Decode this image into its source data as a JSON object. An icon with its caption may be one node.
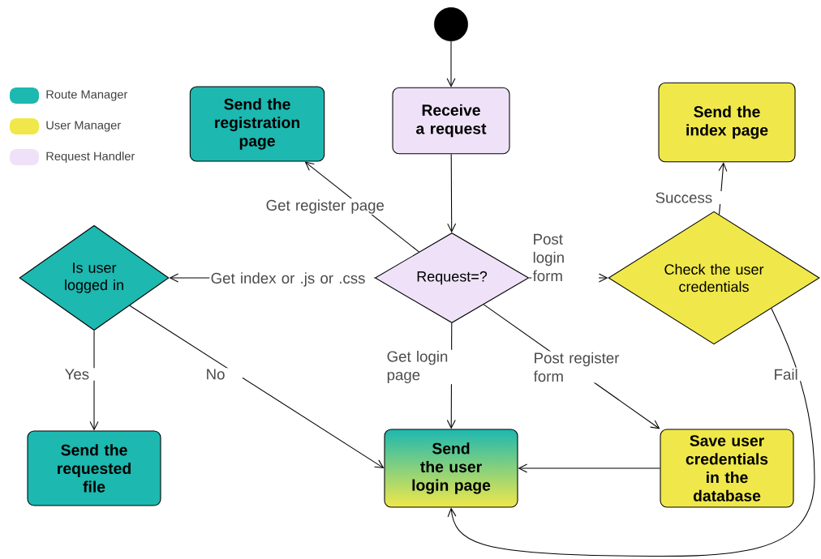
{
  "diagram": {
    "nodes": [
      {
        "text": [],
        "shape": "circle"
      },
      {
        "text": [
          "Receive a request"
        ]
      },
      {
        "text": [
          "Send the registration page"
        ]
      },
      {
        "text": [
          "Send the index page"
        ]
      },
      {
        "text": [
          "Is user logged in"
        ]
      },
      {
        "text": [
          "Request=?"
        ]
      },
      {
        "text": [
          "Check the user credentials"
        ]
      },
      {
        "text": [
          "Send the requested file"
        ]
      },
      {
        "text": [
          "Send the user login page"
        ]
      },
      {
        "text": [
          "Save user credentials in the database"
        ]
      }
    ],
    "edges": [
      {
        "from": 0,
        "to": 1,
        "arrow": "to"
      },
      {
        "from": 1,
        "to": 5,
        "arrow": "to"
      },
      {
        "from": 5,
        "to": 2,
        "arrow": "to",
        "label": "Get register page"
      },
      {
        "from": 5,
        "to": 4,
        "arrow": "to",
        "label": "Get index or .js or .css"
      },
      {
        "from": 5,
        "to": 6,
        "arrow": "to",
        "label": "Post login form"
      },
      {
        "from": 5,
        "to": 8,
        "arrow": "to",
        "label": "Get login page"
      },
      {
        "from": 5,
        "to": 9,
        "arrow": "to",
        "label": "Post register form"
      },
      {
        "from": 6,
        "to": 3,
        "arrow": "to",
        "label": "Success"
      },
      {
        "from": 6,
        "to": 8,
        "arrow": "to",
        "label": "Fail"
      },
      {
        "from": 4,
        "to": 7,
        "arrow": "to",
        "label": "Yes"
      },
      {
        "from": 4,
        "to": 8,
        "arrow": "to",
        "label": "No"
      },
      {
        "from": 9,
        "to": 8,
        "arrow": "to"
      }
    ],
    "legend": [
      {
        "text": "Route Manager",
        "color": "#1db8b0"
      },
      {
        "text": "User Manager",
        "color": "#f0e84a"
      },
      {
        "text": "Request Handler",
        "color": "#efe2f8"
      }
    ]
  }
}
